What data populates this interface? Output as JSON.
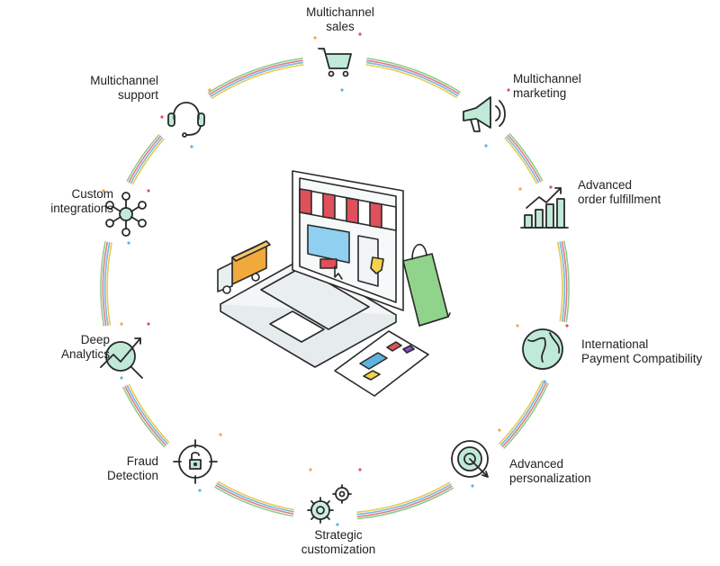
{
  "nodes": [
    {
      "id": "multichannel-sales",
      "icon": "shopping-cart-icon",
      "lines": [
        "Multichannel",
        "sales"
      ]
    },
    {
      "id": "multichannel-marketing",
      "icon": "megaphone-icon",
      "lines": [
        "Multichannel",
        "marketing"
      ]
    },
    {
      "id": "advanced-order-fulfillment",
      "icon": "bar-chart-growth-icon",
      "lines": [
        "Advanced",
        "order fulfillment"
      ]
    },
    {
      "id": "international-payment-compatibility",
      "icon": "globe-icon",
      "lines": [
        "International",
        "Payment Compatibility"
      ]
    },
    {
      "id": "advanced-personalization",
      "icon": "target-icon",
      "lines": [
        "Advanced",
        "personalization"
      ]
    },
    {
      "id": "strategic-customization",
      "icon": "gears-icon",
      "lines": [
        "Strategic",
        "customization"
      ]
    },
    {
      "id": "fraud-detection",
      "icon": "padlock-crosshair-icon",
      "lines": [
        "Fraud",
        "Detection"
      ]
    },
    {
      "id": "deep-analytics",
      "icon": "magnifier-trend-icon",
      "lines": [
        "Deep",
        "Analytics"
      ]
    },
    {
      "id": "custom-integrations",
      "icon": "network-hub-icon",
      "lines": [
        "Custom",
        "integrations"
      ]
    },
    {
      "id": "multichannel-support",
      "icon": "headset-icon",
      "lines": [
        "Multichannel",
        "support"
      ]
    }
  ],
  "colors": {
    "ring": [
      "#e8c23a",
      "#5fb3e0",
      "#e06a7a",
      "#7fc97f"
    ],
    "accent_green": "#7fd6b0",
    "awning_red": "#e0505a",
    "box_orange": "#f2a93b",
    "bag_green": "#8fd48a",
    "stroke": "#2a2a2a"
  }
}
